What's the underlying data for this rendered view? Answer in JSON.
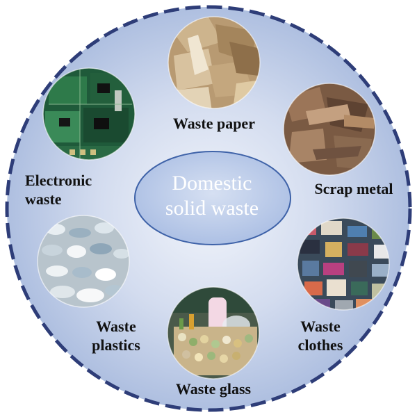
{
  "center": {
    "line1": "Domestic",
    "line2": "solid waste"
  },
  "categories": [
    {
      "id": "paper",
      "label": "Waste paper",
      "icon": "waste-paper-photo"
    },
    {
      "id": "metal",
      "label": "Scrap metal",
      "icon": "scrap-metal-photo"
    },
    {
      "id": "clothes",
      "line1": "Waste",
      "line2": "clothes",
      "icon": "waste-clothes-photo"
    },
    {
      "id": "glass",
      "label": "Waste glass",
      "icon": "waste-glass-photo"
    },
    {
      "id": "plastics",
      "line1": "Waste",
      "line2": "plastics",
      "icon": "waste-plastics-photo"
    },
    {
      "id": "electronic",
      "line1": "Electronic",
      "line2": "waste",
      "icon": "electronic-waste-photo"
    }
  ],
  "colors": {
    "disc_fill": "#c3d0e9",
    "disc_border": "#2e3d78",
    "ellipse_fill": "#b8c7e6",
    "ellipse_stroke": "#3e62a8"
  }
}
